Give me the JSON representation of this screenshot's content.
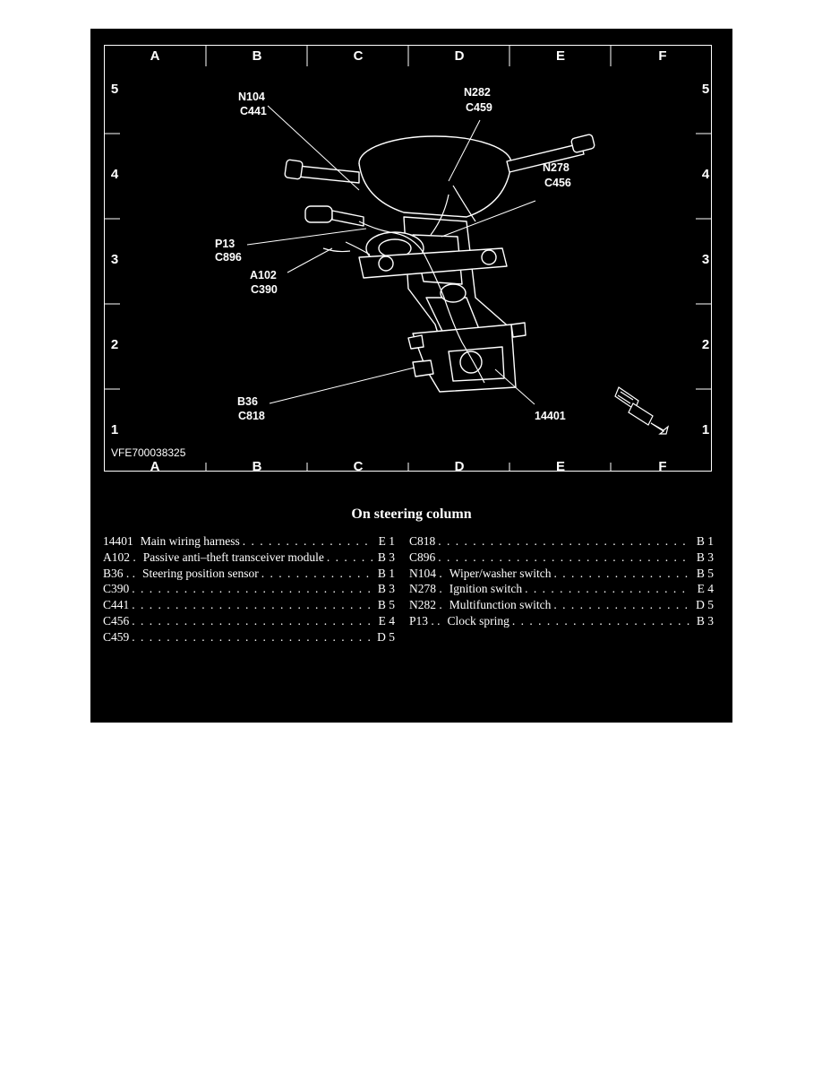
{
  "grid": {
    "columns": [
      "A",
      "B",
      "C",
      "D",
      "E",
      "F"
    ],
    "rows": [
      "5",
      "4",
      "3",
      "2",
      "1"
    ]
  },
  "callouts": {
    "n104": "N104",
    "c441": "C441",
    "n282": "N282",
    "c459": "C459",
    "n278": "N278",
    "c456": "C456",
    "p13": "P13",
    "c896": "C896",
    "a102": "A102",
    "c390": "C390",
    "b36": "B36",
    "c818": "C818",
    "h14401": "14401"
  },
  "reference_code": "VFE700038325",
  "caption": "On steering column",
  "legend_left": [
    {
      "code": "14401",
      "desc": "Main wiring harness",
      "loc": "E 1"
    },
    {
      "code": "A102 .",
      "desc": "Passive anti–theft transceiver module",
      "loc": "B 3"
    },
    {
      "code": "B36 . .",
      "desc": "Steering position sensor",
      "loc": "B 1"
    },
    {
      "code": "C390",
      "desc": "",
      "loc": "B 3"
    },
    {
      "code": "C441",
      "desc": "",
      "loc": "B 5"
    },
    {
      "code": "C456",
      "desc": "",
      "loc": "E 4"
    },
    {
      "code": "C459",
      "desc": "",
      "loc": "D 5"
    }
  ],
  "legend_right": [
    {
      "code": "C818",
      "desc": "",
      "loc": "B 1"
    },
    {
      "code": "C896",
      "desc": "",
      "loc": "B 3"
    },
    {
      "code": "N104 .",
      "desc": "Wiper/washer switch",
      "loc": "B 5"
    },
    {
      "code": "N278 .",
      "desc": "Ignition switch",
      "loc": "E 4"
    },
    {
      "code": "N282 .",
      "desc": "Multifunction switch",
      "loc": "D 5"
    },
    {
      "code": "P13 . .",
      "desc": "Clock spring",
      "loc": "B 3"
    }
  ],
  "colors": {
    "background": "#000000",
    "foreground": "#ffffff",
    "page": "#ffffff"
  }
}
